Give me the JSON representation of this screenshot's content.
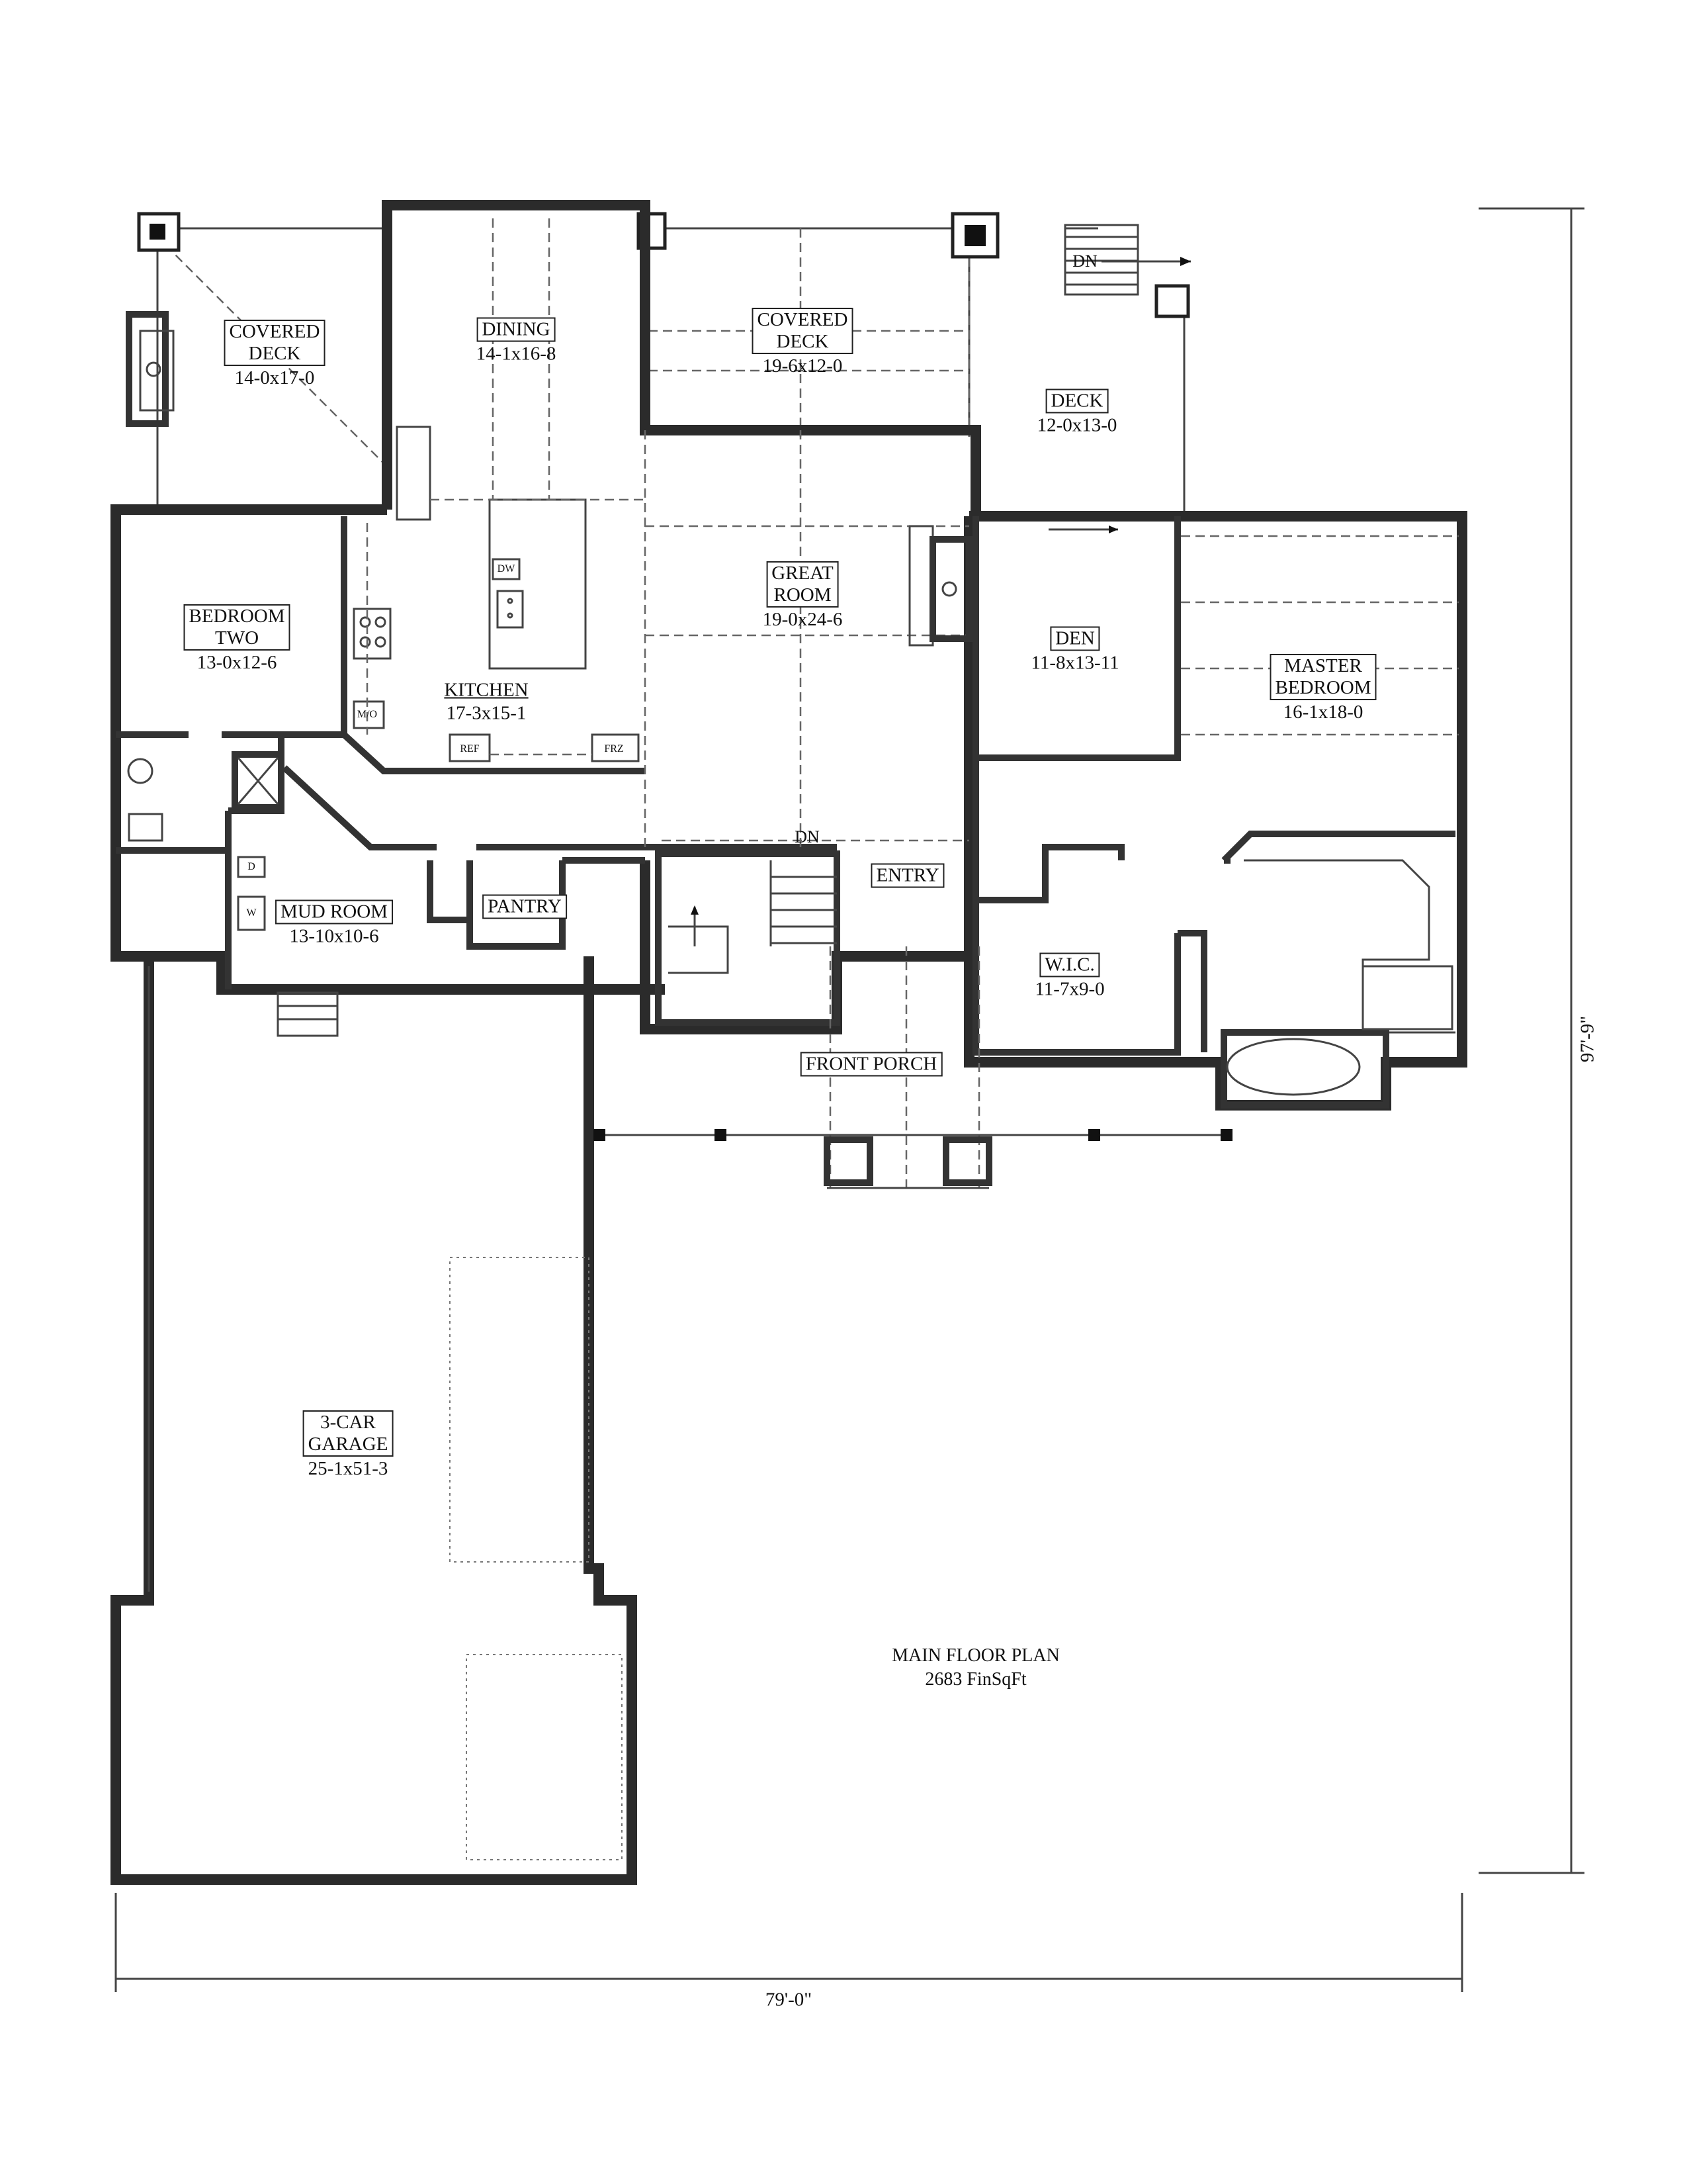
{
  "rooms": {
    "covered_deck_left": {
      "name": "COVERED\nDECK",
      "size": "14-0x17-0"
    },
    "dining": {
      "name": "DINING",
      "size": "14-1x16-8"
    },
    "covered_deck_center": {
      "name": "COVERED\nDECK",
      "size": "19-6x12-0"
    },
    "deck": {
      "name": "DECK",
      "size": "12-0x13-0"
    },
    "great_room": {
      "name": "GREAT\nROOM",
      "size": "19-0x24-6"
    },
    "bedroom_two": {
      "name": "BEDROOM\nTWO",
      "size": "13-0x12-6"
    },
    "kitchen": {
      "name": "KITCHEN",
      "size": "17-3x15-1"
    },
    "den": {
      "name": "DEN",
      "size": "11-8x13-11"
    },
    "master_bedroom": {
      "name": "MASTER\nBEDROOM",
      "size": "16-1x18-0"
    },
    "mud_room": {
      "name": "MUD ROOM",
      "size": "13-10x10-6"
    },
    "pantry": {
      "name": "PANTRY"
    },
    "entry": {
      "name": "ENTRY"
    },
    "wic": {
      "name": "W.I.C.",
      "size": "11-7x9-0"
    },
    "front_porch": {
      "name": "FRONT PORCH"
    },
    "garage": {
      "name": "3-CAR\nGARAGE",
      "size": "25-1x51-3"
    }
  },
  "fixtures": {
    "dn_deck": "DN",
    "dn_stair": "DN",
    "dw": "DW",
    "mo": "M/O",
    "ref": "REF",
    "frz": "FRZ",
    "dryer": "D",
    "washer": "W"
  },
  "title": {
    "line1": "MAIN FLOOR PLAN",
    "line2": "2683 FinSqFt"
  },
  "dimensions": {
    "width": "79'-0\"",
    "depth": "97'-9\""
  }
}
